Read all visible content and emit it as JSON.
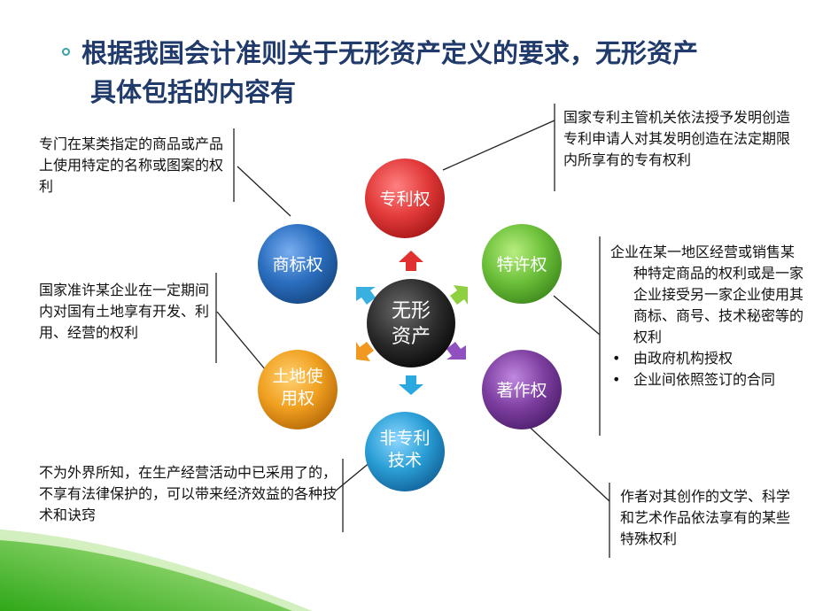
{
  "title": {
    "line1": "根据我国会计准则关于无形资产定义的要求，无形资产",
    "line2": "具体包括的内容有"
  },
  "center": {
    "line1": "无形",
    "line2": "资产"
  },
  "nodes": [
    {
      "id": "patent",
      "line1": "专利权",
      "line2": "",
      "color": "#e23a3a"
    },
    {
      "id": "franchise",
      "line1": "特许权",
      "line2": "",
      "color": "#6cc03a"
    },
    {
      "id": "copyright",
      "line1": "著作权",
      "line2": "",
      "color": "#7e3fa0"
    },
    {
      "id": "nonpatent",
      "line1": "非专利",
      "line2": "技术",
      "color": "#2a9fd6"
    },
    {
      "id": "landuse",
      "line1": "土地使",
      "line2": "用权",
      "color": "#f0a020"
    },
    {
      "id": "trademark",
      "line1": "商标权",
      "line2": "",
      "color": "#2b6fc0"
    }
  ],
  "notes": {
    "trademark": "专门在某类指定的商品或产品上使用特定的名称或图案的权利",
    "patent": "国家专利主管机关依法授予发明创造专利申请人对其发明创造在法定期限内所享有的专有权利",
    "landuse": "国家准许某企业在一定期间内对国有土地享有开发、利用、经营的权利",
    "franchise_main": "企业在某一地区经营或销售某种特定商品的权利或是一家企业接受另一家企业使用其商标、商号、技术秘密等的权利",
    "franchise_bullets": [
      "由政府机构授权",
      "企业间依照签订的合同"
    ],
    "nonpatent": "不为外界所知，在生产经营活动中已采用了的，不享有法律保护的，可以带来经济效益的各种技术和诀窍",
    "copyright": "作者对其创作的文学、科学和艺术作品依法享有的某些特殊权利"
  },
  "colors": {
    "title": "#1f3a6b",
    "center": "#2a2a2a",
    "corner_green": "#3fb81f"
  },
  "icons": {
    "bullet": "•",
    "title_bullet": "circle-outline"
  }
}
